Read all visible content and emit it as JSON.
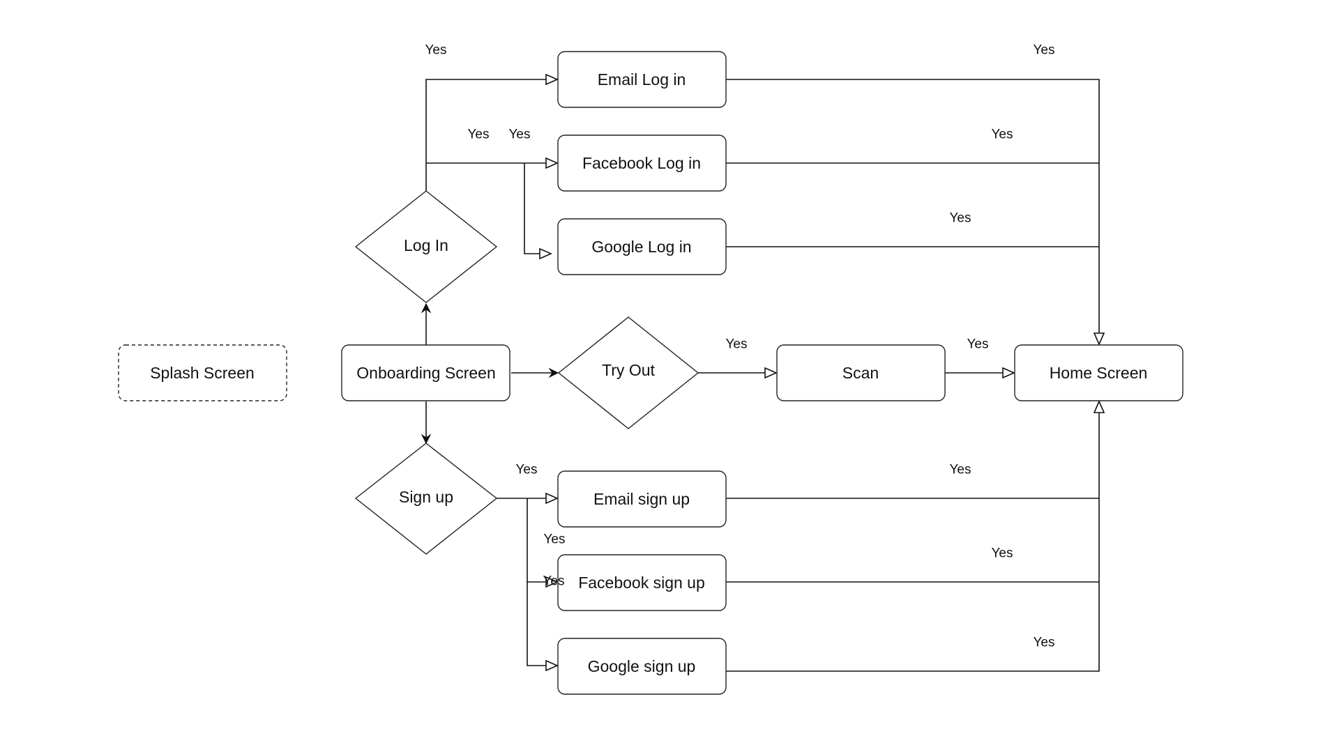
{
  "nodes": {
    "splash": "Splash Screen",
    "onboarding": "Onboarding Screen",
    "login": "Log In",
    "signup": "Sign up",
    "tryout": "Try Out",
    "scan": "Scan",
    "home": "Home Screen",
    "email_login": "Email Log in",
    "facebook_login": "Facebook Log in",
    "google_login": "Google Log in",
    "email_signup": "Email sign up",
    "facebook_signup": "Facebook sign up",
    "google_signup": "Google sign up"
  },
  "edge_labels": {
    "login_email": "Yes",
    "login_facebook_a": "Yes",
    "login_facebook_b": "Yes",
    "email_login_home": "Yes",
    "facebook_login_home": "Yes",
    "google_login_home": "Yes",
    "tryout_scan": "Yes",
    "scan_home": "Yes",
    "signup_email": "Yes",
    "signup_facebook": "Yes",
    "signup_facebook_overlap": "Yes",
    "email_signup_home": "Yes",
    "facebook_signup_home": "Yes",
    "google_signup_home": "Yes"
  },
  "colors": {
    "stroke": "#222222",
    "background": "#ffffff"
  }
}
